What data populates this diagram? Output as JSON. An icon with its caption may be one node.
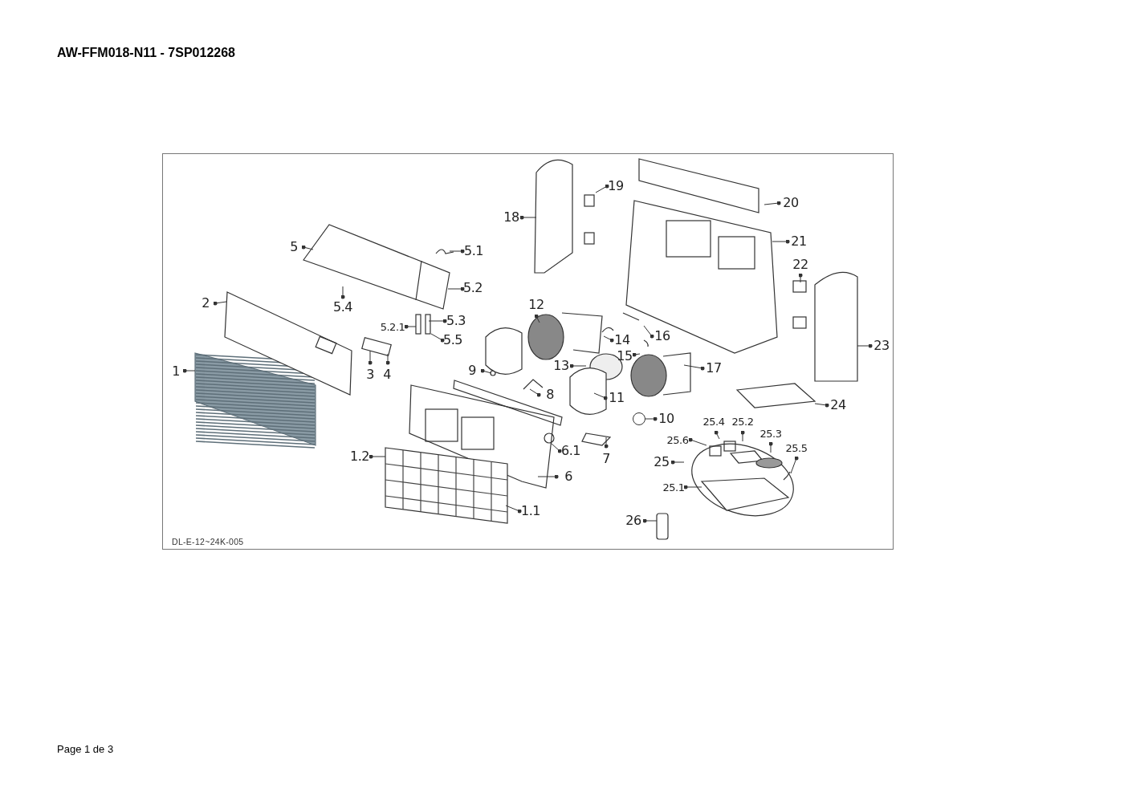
{
  "diagram": {
    "title": "AW-FFM018-N11 - 7SP012268",
    "nodes": [
      {
        "text": [
          "19"
        ]
      },
      {
        "text": [
          "20"
        ]
      },
      {
        "text": [
          "18"
        ]
      },
      {
        "text": [
          "21"
        ]
      },
      {
        "text": [
          "5"
        ]
      },
      {
        "text": [
          "5.1"
        ]
      },
      {
        "text": [
          "22"
        ]
      },
      {
        "text": [
          "5.2"
        ]
      },
      {
        "text": [
          "2"
        ]
      },
      {
        "text": [
          "12"
        ]
      },
      {
        "text": [
          "5.4"
        ]
      },
      {
        "text": [
          "5.3"
        ]
      },
      {
        "text": [
          "5.2.1"
        ]
      },
      {
        "text": [
          "16"
        ]
      },
      {
        "text": [
          "14"
        ]
      },
      {
        "text": [
          "5.5"
        ]
      },
      {
        "text": [
          "23"
        ]
      },
      {
        "text": [
          "15"
        ]
      },
      {
        "text": [
          "17"
        ]
      },
      {
        "text": [
          "13"
        ]
      },
      {
        "text": [
          "9"
        ]
      },
      {
        "text": [
          "1"
        ]
      },
      {
        "text": [
          "3"
        ]
      },
      {
        "text": [
          "4"
        ]
      },
      {
        "text": [
          "8"
        ]
      },
      {
        "text": [
          "11"
        ]
      },
      {
        "text": [
          "24"
        ]
      },
      {
        "text": [
          "10"
        ]
      },
      {
        "text": [
          "25.4"
        ]
      },
      {
        "text": [
          "25.2"
        ]
      },
      {
        "text": [
          "25.3"
        ]
      },
      {
        "text": [
          "25.6"
        ]
      },
      {
        "text": [
          "6.1"
        ]
      },
      {
        "text": [
          "25.5"
        ]
      },
      {
        "text": [
          "1.2"
        ]
      },
      {
        "text": [
          "7"
        ]
      },
      {
        "text": [
          "25"
        ]
      },
      {
        "text": [
          "6"
        ]
      },
      {
        "text": [
          "25.1"
        ]
      },
      {
        "text": [
          "1.1"
        ]
      },
      {
        "text": [
          "26"
        ]
      },
      {
        "text": [],
        "shape": "circle"
      }
    ],
    "edges": [
      {
        "from": 0,
        "to": null,
        "arrow": "other"
      },
      {
        "from": 1,
        "to": null,
        "arrow": "other"
      },
      {
        "from": 2,
        "to": null,
        "arrow": "other"
      },
      {
        "from": 3,
        "to": null,
        "arrow": "other"
      },
      {
        "from": 4,
        "to": null,
        "arrow": "other"
      },
      {
        "from": 5,
        "to": null,
        "arrow": "other"
      },
      {
        "from": 6,
        "to": null,
        "arrow": "other"
      },
      {
        "from": 7,
        "to": null,
        "arrow": "other"
      },
      {
        "from": 8,
        "to": null,
        "arrow": "other"
      },
      {
        "from": 9,
        "to": null,
        "arrow": "other"
      },
      {
        "from": 10,
        "to": null,
        "arrow": "other"
      },
      {
        "from": 11,
        "to": null,
        "arrow": "other"
      },
      {
        "from": 12,
        "to": null,
        "arrow": "other"
      },
      {
        "from": 13,
        "to": null,
        "arrow": "other"
      },
      {
        "from": 14,
        "to": null,
        "arrow": "other"
      },
      {
        "from": 15,
        "to": null,
        "arrow": "other"
      },
      {
        "from": 16,
        "to": null,
        "arrow": "other"
      },
      {
        "from": 17,
        "to": null,
        "arrow": "other"
      },
      {
        "from": 18,
        "to": null,
        "arrow": "other"
      },
      {
        "from": 19,
        "to": null,
        "arrow": "other"
      },
      {
        "from": 20,
        "to": null,
        "arrow": "other"
      },
      {
        "from": 21,
        "to": null,
        "arrow": "other"
      },
      {
        "from": 22,
        "to": null,
        "arrow": "other"
      },
      {
        "from": 23,
        "to": null,
        "arrow": "other"
      },
      {
        "from": 24,
        "to": null,
        "arrow": "other"
      },
      {
        "from": 25,
        "to": null,
        "arrow": "other"
      },
      {
        "from": 26,
        "to": null,
        "arrow": "other"
      },
      {
        "from": 27,
        "to": 41,
        "arrow": "other"
      },
      {
        "from": 28,
        "to": null,
        "arrow": "other"
      },
      {
        "from": 29,
        "to": null,
        "arrow": "other"
      },
      {
        "from": 30,
        "to": null,
        "arrow": "other"
      },
      {
        "from": 31,
        "to": null,
        "arrow": "other"
      },
      {
        "from": 32,
        "to": null,
        "arrow": "other"
      },
      {
        "from": 33,
        "to": null,
        "arrow": "other"
      },
      {
        "from": 34,
        "to": null,
        "arrow": "other"
      },
      {
        "from": 35,
        "to": null,
        "arrow": "other"
      },
      {
        "from": 36,
        "to": null,
        "arrow": "other"
      },
      {
        "from": 37,
        "to": null,
        "arrow": "other"
      },
      {
        "from": 38,
        "to": null,
        "arrow": "other"
      },
      {
        "from": 39,
        "to": null,
        "arrow": "other"
      },
      {
        "from": 40,
        "to": null,
        "arrow": "other"
      }
    ],
    "labels": [
      "DL-E-12~24K-005",
      "Page 1 de 3"
    ]
  }
}
